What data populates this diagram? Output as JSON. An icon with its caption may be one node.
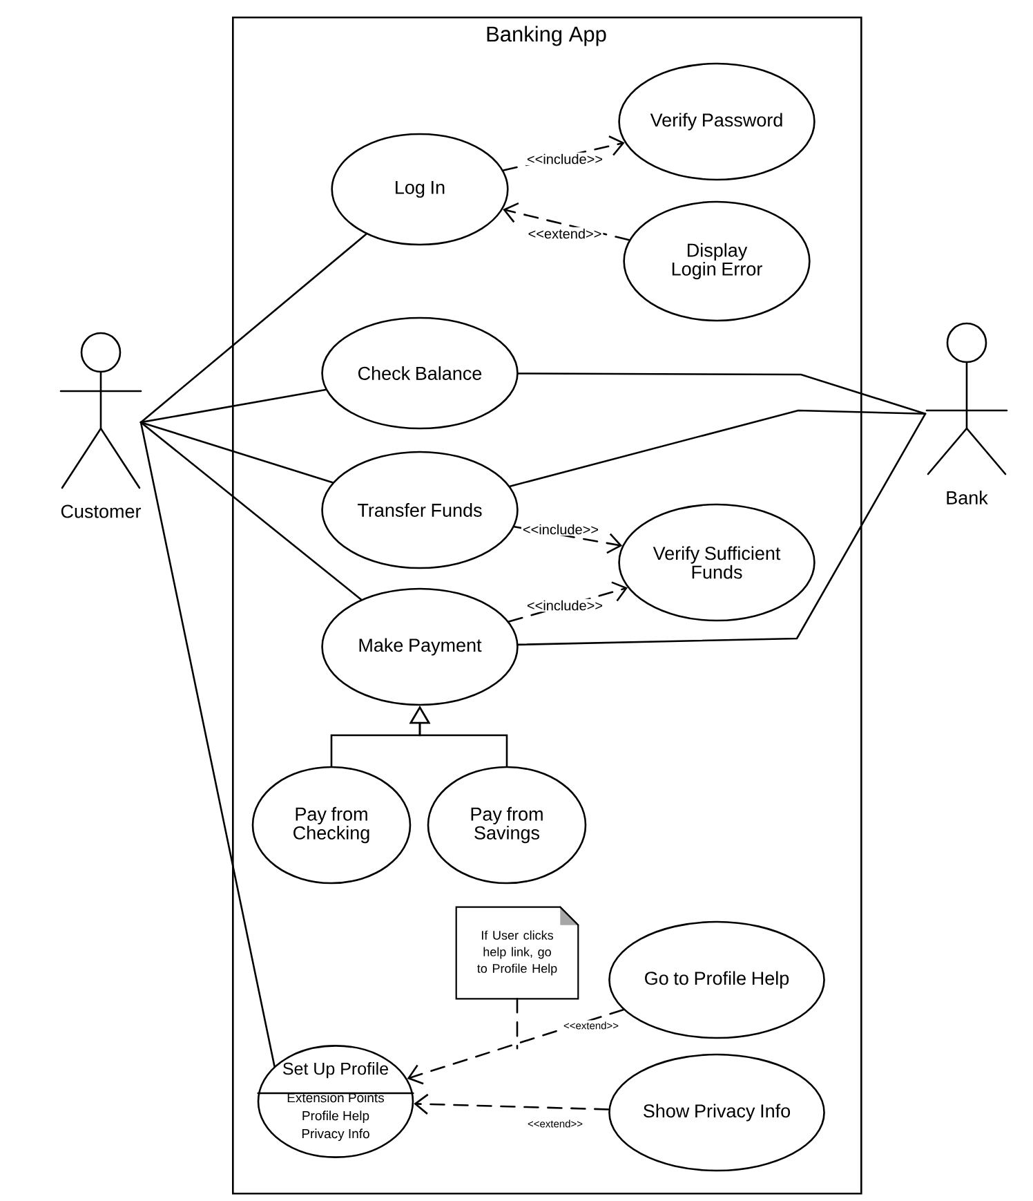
{
  "diagram": {
    "nodes": [
      {
        "text": [
          "Banking App"
        ]
      },
      {
        "text": [
          "Customer"
        ]
      },
      {
        "text": [
          "Bank"
        ]
      },
      {
        "text": [
          "Log In"
        ],
        "in": 0
      },
      {
        "text": [
          "Verify Password"
        ],
        "in": 0
      },
      {
        "text": [
          "Display Login Error"
        ],
        "in": 0
      },
      {
        "text": [
          "Check Balance"
        ],
        "in": 0
      },
      {
        "text": [
          "Transfer Funds"
        ],
        "in": 0
      },
      {
        "text": [
          "Verify Sufficient Funds"
        ],
        "in": 0
      },
      {
        "text": [
          "Make Payment"
        ],
        "in": 0
      },
      {
        "text": [
          "Pay from Checking"
        ],
        "in": 0
      },
      {
        "text": [
          "Pay from Savings"
        ],
        "in": 0
      },
      {
        "text": [
          "If User clicks help link, go to Profile Help"
        ],
        "in": 0
      },
      {
        "text": [
          "Go to Profile Help"
        ],
        "in": 0
      },
      {
        "text": [
          "Set Up Profile",
          "Extension Points",
          "Profile Help",
          "Privacy Info"
        ],
        "in": 0
      },
      {
        "text": [
          "Show Privacy Info"
        ],
        "in": 0
      }
    ],
    "edges": [
      {
        "from": 1,
        "to": 3,
        "arrow": "none"
      },
      {
        "from": 1,
        "to": 6,
        "arrow": "none"
      },
      {
        "from": 1,
        "to": 7,
        "arrow": "none"
      },
      {
        "from": 1,
        "to": 9,
        "arrow": "none"
      },
      {
        "from": 1,
        "to": 14,
        "arrow": "none"
      },
      {
        "from": 6,
        "to": 2,
        "arrow": "none"
      },
      {
        "from": 7,
        "to": 2,
        "arrow": "none"
      },
      {
        "from": 9,
        "to": 2,
        "arrow": "none"
      },
      {
        "from": 3,
        "to": 4,
        "arrow": "to",
        "label": "<<include>>",
        "style": "dashed"
      },
      {
        "from": 5,
        "to": 3,
        "arrow": "to",
        "label": "<<extend>>",
        "style": "dashed"
      },
      {
        "from": 7,
        "to": 8,
        "arrow": "to",
        "label": "<<include>>",
        "style": "dashed"
      },
      {
        "from": 9,
        "to": 8,
        "arrow": "to",
        "label": "<<include>>",
        "style": "dashed"
      },
      {
        "from": 10,
        "to": 9,
        "arrow": "to"
      },
      {
        "from": 11,
        "to": 9,
        "arrow": "to"
      },
      {
        "from": 13,
        "to": 14,
        "arrow": "to",
        "label": "<<extend>>",
        "style": "dashed"
      },
      {
        "from": 15,
        "to": 14,
        "arrow": "to",
        "label": "<<extend>>",
        "style": "dashed"
      },
      {
        "from": 12,
        "to": null,
        "arrow": "none",
        "style": "dashed"
      }
    ]
  }
}
